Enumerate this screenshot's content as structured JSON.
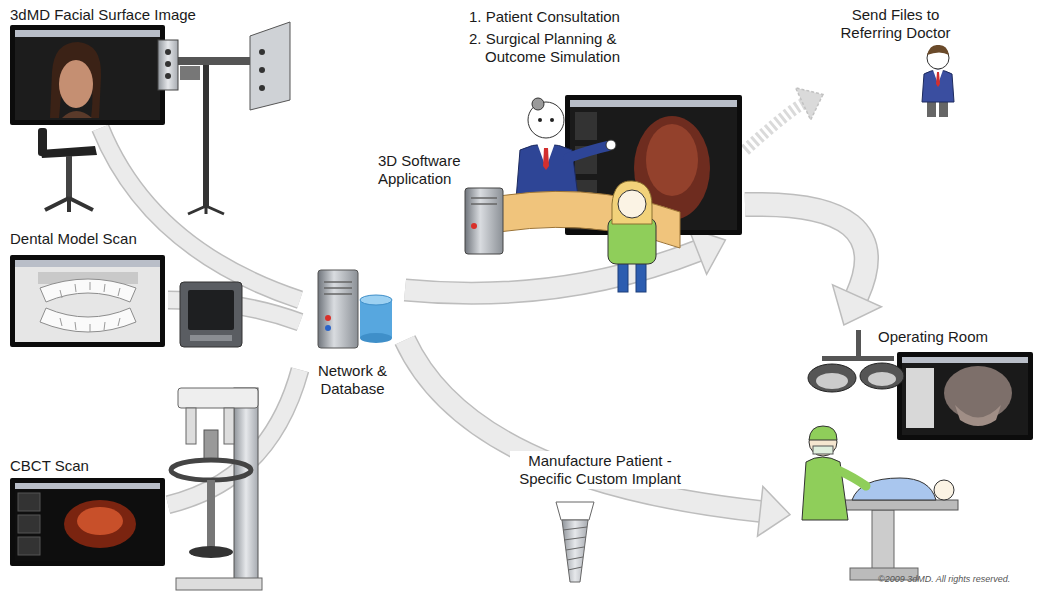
{
  "diagram": {
    "nodes": [
      {
        "text": [
          "3dMD Facial Surface Image"
        ]
      },
      {
        "text": [
          "Dental Model Scan"
        ]
      },
      {
        "text": [
          "CBCT Scan"
        ]
      },
      {
        "text": [
          "Network & Database"
        ]
      },
      {
        "text": [
          "3D Software Application"
        ]
      },
      {
        "text": [
          "1. Patient Consultation",
          "2. Surgical Planning & Outcome Simulation"
        ]
      },
      {
        "text": [
          "Send Files to Referring Doctor"
        ]
      },
      {
        "text": [
          "Operating Room"
        ]
      }
    ],
    "edges": [
      {
        "from": 0,
        "to": 3,
        "arrow": "none"
      },
      {
        "from": 1,
        "to": 3,
        "arrow": "none"
      },
      {
        "from": 2,
        "to": 3,
        "arrow": "none"
      },
      {
        "from": 3,
        "to": 5,
        "arrow": "to"
      },
      {
        "from": 3,
        "to": 7,
        "label": "Manufacture Patient - Specific Custom Implant",
        "arrow": "to"
      },
      {
        "from": 5,
        "to": 6,
        "arrow": "to"
      },
      {
        "from": 5,
        "to": 7,
        "arrow": "to"
      }
    ],
    "labels": [
      "©2009 3dMD. All rights reserved."
    ]
  }
}
